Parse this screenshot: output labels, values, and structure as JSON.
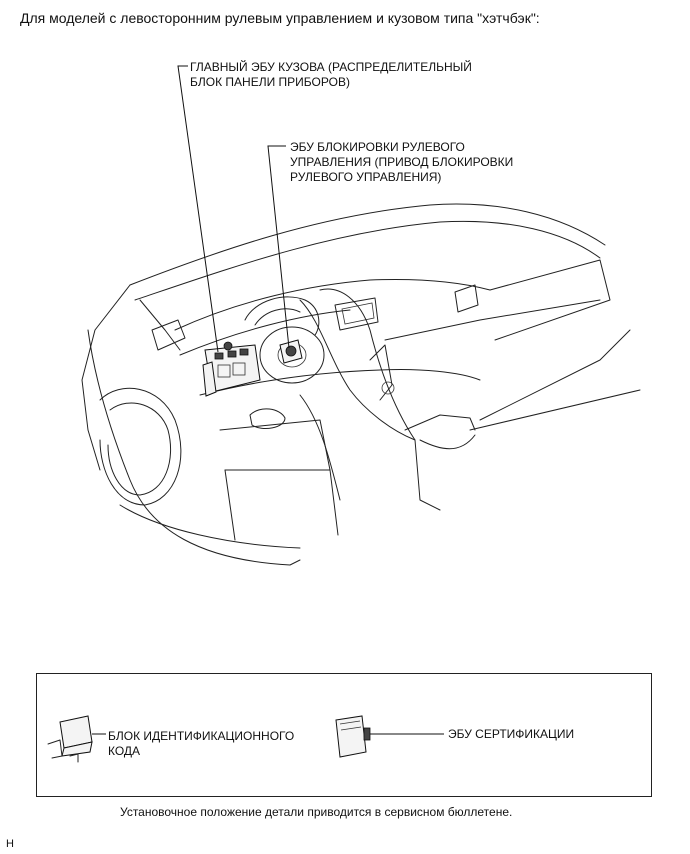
{
  "title": "Для моделей с левосторонним рулевым управлением и кузовом типа \"хэтчбэк\":",
  "callouts": {
    "main_body_ecu": "ГЛАВНЫЙ ЭБУ КУЗОВА (РАСПРЕДЕЛИТЕЛЬНЫЙ\nБЛОК ПАНЕЛИ ПРИБОРОВ)",
    "steering_lock_ecu": "ЭБУ БЛОКИРОВКИ РУЛЕВОГО\nУПРАВЛЕНИЯ (ПРИВОД БЛОКИРОВКИ\nРУЛЕВОГО УПРАВЛЕНИЯ)"
  },
  "legend": {
    "id_code_box": "БЛОК ИДЕНТИФИКАЦИОННОГО\nКОДА",
    "certification_ecu": "ЭБУ СЕРТИФИКАЦИИ"
  },
  "footnote": "Установочное положение детали приводится в сервисном бюллетене.",
  "figure_code": "H"
}
